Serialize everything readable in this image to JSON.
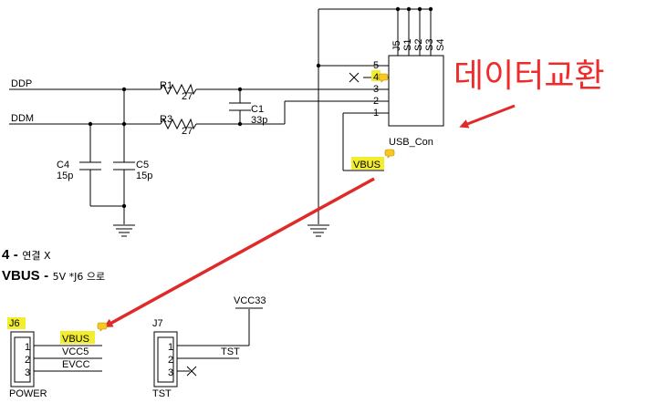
{
  "nets": {
    "ddp": "DDP",
    "ddm": "DDM",
    "vbus": "VBUS",
    "vcc5": "VCC5",
    "evcc": "EVCC",
    "tst": "TST",
    "vcc33": "VCC33"
  },
  "components": {
    "r1": {
      "ref": "R1",
      "value": "27"
    },
    "r3": {
      "ref": "R3",
      "value": "27"
    },
    "c1": {
      "ref": "C1",
      "value": "33p"
    },
    "c4": {
      "ref": "C4",
      "value": "15p"
    },
    "c5": {
      "ref": "C5",
      "value": "15p"
    },
    "usb": {
      "name": "USB_Con",
      "ref": "J5",
      "shield_pins": [
        "S1",
        "S2",
        "S3",
        "S4"
      ],
      "pins": [
        "5",
        "4",
        "3",
        "2",
        "1"
      ]
    },
    "j6": {
      "ref": "J6",
      "name": "POWER",
      "pins": [
        "1",
        "2",
        "3"
      ]
    },
    "j7": {
      "ref": "J7",
      "name": "TST",
      "pins": [
        "1",
        "2",
        "3"
      ]
    }
  },
  "annotation": "데이터교환",
  "notes": {
    "line1": {
      "label": "4",
      "dash": "-",
      "text": "연결 X"
    },
    "line2": {
      "label": "VBUS",
      "dash": "-",
      "text": "5V  *J6 으로"
    }
  },
  "colors": {
    "wire": "#000000",
    "highlight": "#f2ee2f",
    "arrow": "#e02a2a",
    "comment": "#e8b800"
  }
}
